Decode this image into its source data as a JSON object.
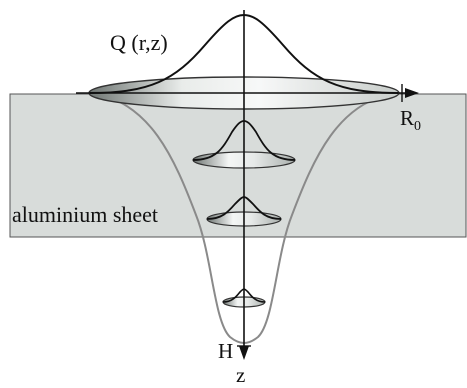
{
  "labels": {
    "heat_source": "Q (r,z)",
    "radius": "R",
    "radius_subscript": "0",
    "depth": "H",
    "axis": "z",
    "sheet": "aluminium sheet"
  },
  "colors": {
    "sheet_fill": "#d8dcda",
    "sheet_stroke": "#555555",
    "cone_stroke": "#8a8a8a",
    "curve": "#111111",
    "disk_light": "#f4f6f5",
    "disk_dark": "#8f9693"
  }
}
